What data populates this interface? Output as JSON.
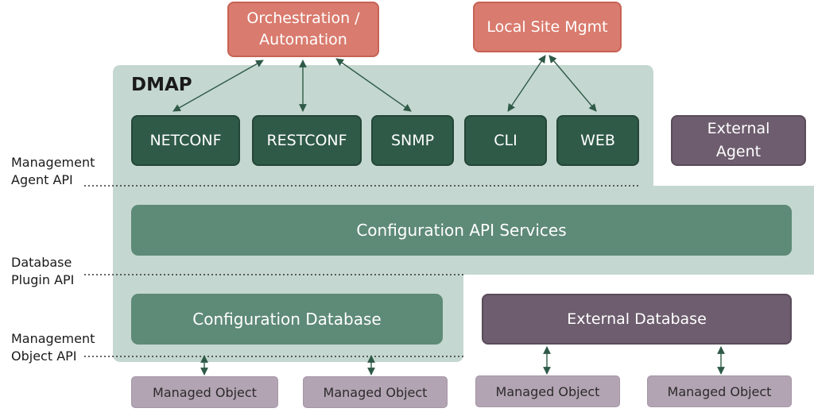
{
  "title": "DMAP",
  "top_boxes": {
    "orchestration": "Orchestration /\nAutomation",
    "local_site": "Local Site Mgmt"
  },
  "agents": [
    "NETCONF",
    "RESTCONF",
    "SNMP",
    "CLI",
    "WEB"
  ],
  "external_agent": "External\nAgent",
  "config_api_services": "Configuration API Services",
  "config_database": "Configuration Database",
  "external_database": "External Database",
  "managed_objects": [
    "Managed Object",
    "Managed Object",
    "Managed Object",
    "Managed Object"
  ],
  "layer_labels": {
    "management_agent_api": "Management\nAgent API",
    "database_plugin_api": "Database\nPlugin API",
    "management_object_api": "Management\nObject API"
  },
  "colors": {
    "dmap_bg": "#c4d7d0",
    "top_box": "#d97b6e",
    "agent": "#2f5a48",
    "service": "#5e8a78",
    "external": "#6d5d6e",
    "managed_object": "#b3a4b3",
    "arrow": "#2f5a48"
  }
}
